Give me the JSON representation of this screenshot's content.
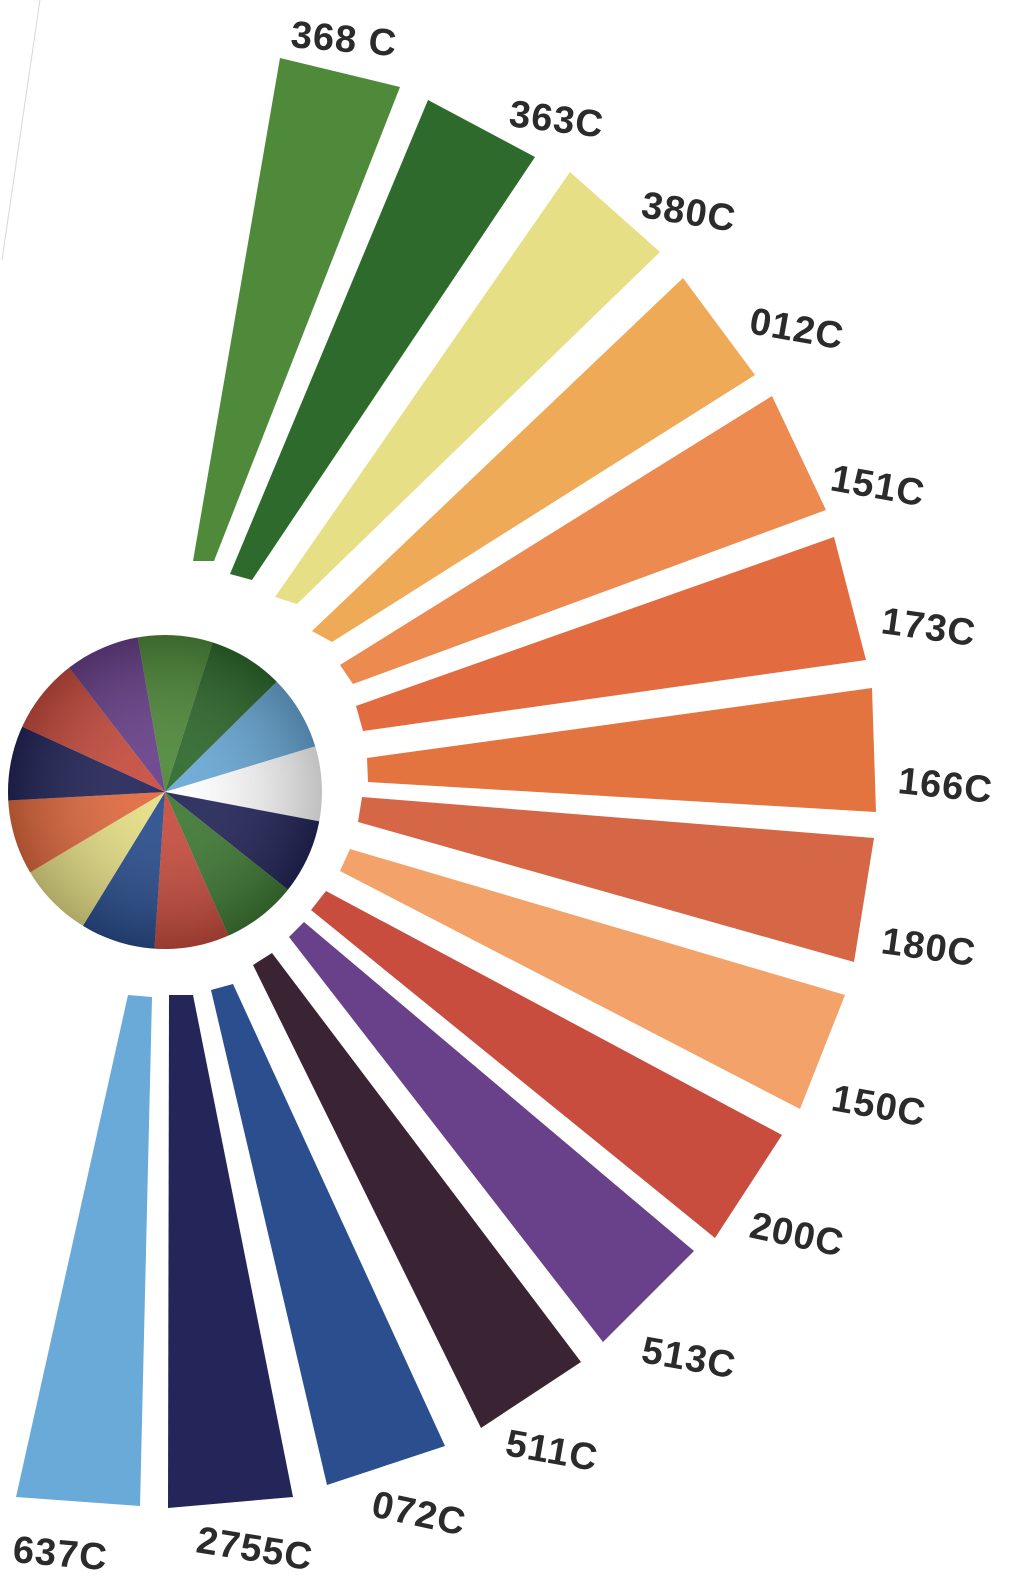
{
  "swatches": [
    {
      "label": "368 C",
      "color": "#4f8a3a"
    },
    {
      "label": "363C",
      "color": "#2f6a2d"
    },
    {
      "label": "380C",
      "color": "#e6df86"
    },
    {
      "label": "012C",
      "color": "#efaa58"
    },
    {
      "label": "151C",
      "color": "#ec8a50"
    },
    {
      "label": "173C",
      "color": "#e26b40"
    },
    {
      "label": "166C",
      "color": "#e3733f"
    },
    {
      "label": "180C",
      "color": "#d56646"
    },
    {
      "label": "150C",
      "color": "#f3a36a"
    },
    {
      "label": "200C",
      "color": "#c94d3f"
    },
    {
      "label": "513C",
      "color": "#69408a"
    },
    {
      "label": "511C",
      "color": "#3a2434"
    },
    {
      "label": "072C",
      "color": "#2a4e8e"
    },
    {
      "label": "2755C",
      "color": "#24265a"
    },
    {
      "label": "637C",
      "color": "#6aaad8"
    }
  ],
  "color_wheel": {
    "colors": [
      "#4f8a3a",
      "#2f6a2d",
      "#6aaad8",
      "#ffffff",
      "#24265a",
      "#3f7a35",
      "#c94d3f",
      "#2a4e8e",
      "#e6df86",
      "#e26b40",
      "#24265a",
      "#c94d3f",
      "#69408a"
    ]
  }
}
